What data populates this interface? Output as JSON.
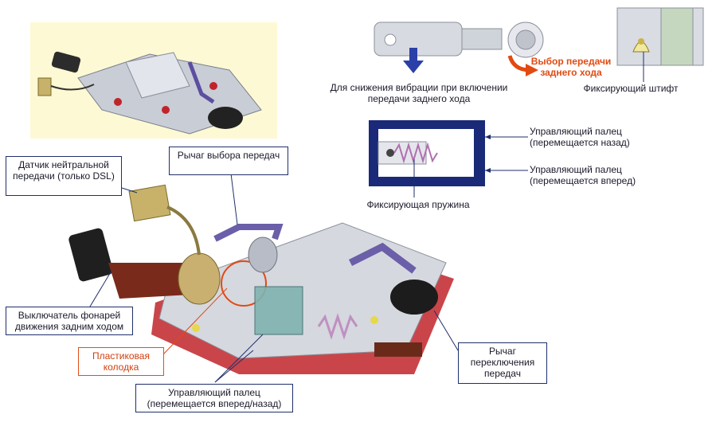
{
  "labels": {
    "neutral_sensor": "Датчик нейтральной передачи (только DSL)",
    "gear_select_lever": "Рычаг выбора передач",
    "reverse_switch": "Выключатель фонарей движения задним ходом",
    "plastic_block": "Пластиковая колодка",
    "control_finger_fwd_back": "Управляющий палец (перемещается вперед/назад)",
    "shift_lever": "Рычаг переключения передач",
    "vibration_reduce": "Для снижения вибрации при включении передачи заднего хода",
    "reverse_select_line1": "Выбор передачи",
    "reverse_select_line2": "заднего хода",
    "locking_pin": "Фиксирующий штифт",
    "control_finger_back": "Управляющий палец (перемещается назад)",
    "control_finger_fwd": "Управляющий палец (перемещается вперед)",
    "locking_spring": "Фиксирующая пружина"
  },
  "colors": {
    "callout_border": "#1f2f6b",
    "accent_red": "#e24a12",
    "inset_bg": "#fdf9d4",
    "housing_red": "#c0242a",
    "arrow_blue": "#2b3fa8"
  }
}
